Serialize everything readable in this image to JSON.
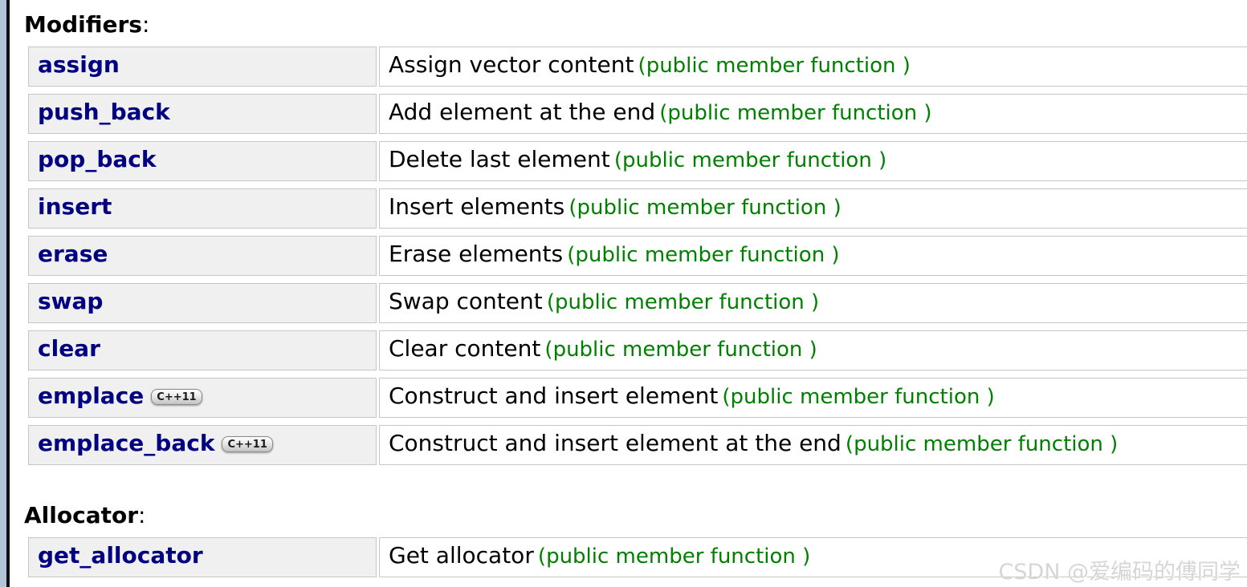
{
  "page": {
    "watermark": "CSDN @爱编码的傅同学",
    "colors": {
      "link_navy": "#000080",
      "annotation_green": "#008000",
      "left_cell_bg": "#f0f0f0",
      "cell_border": "#c6c6c6",
      "scrollbar_blue": "#b2c4d6"
    }
  },
  "badge_label": "C++11",
  "sections": [
    {
      "title": "Modifiers",
      "colon": ":",
      "rows": [
        {
          "name": "assign",
          "badge": false,
          "description": "Assign vector content",
          "annotation": "(public member function )"
        },
        {
          "name": "push_back",
          "badge": false,
          "description": "Add element at the end",
          "annotation": "(public member function )"
        },
        {
          "name": "pop_back",
          "badge": false,
          "description": "Delete last element",
          "annotation": "(public member function )"
        },
        {
          "name": "insert",
          "badge": false,
          "description": "Insert elements",
          "annotation": "(public member function )"
        },
        {
          "name": "erase",
          "badge": false,
          "description": "Erase elements",
          "annotation": "(public member function )"
        },
        {
          "name": "swap",
          "badge": false,
          "description": "Swap content",
          "annotation": "(public member function )"
        },
        {
          "name": "clear",
          "badge": false,
          "description": "Clear content",
          "annotation": "(public member function )"
        },
        {
          "name": "emplace",
          "badge": true,
          "description": "Construct and insert element",
          "annotation": "(public member function )"
        },
        {
          "name": "emplace_back",
          "badge": true,
          "description": "Construct and insert element at the end",
          "annotation": "(public member function )"
        }
      ]
    },
    {
      "title": "Allocator",
      "colon": ":",
      "rows": [
        {
          "name": "get_allocator",
          "badge": false,
          "description": "Get allocator",
          "annotation": "(public member function )"
        }
      ]
    }
  ]
}
